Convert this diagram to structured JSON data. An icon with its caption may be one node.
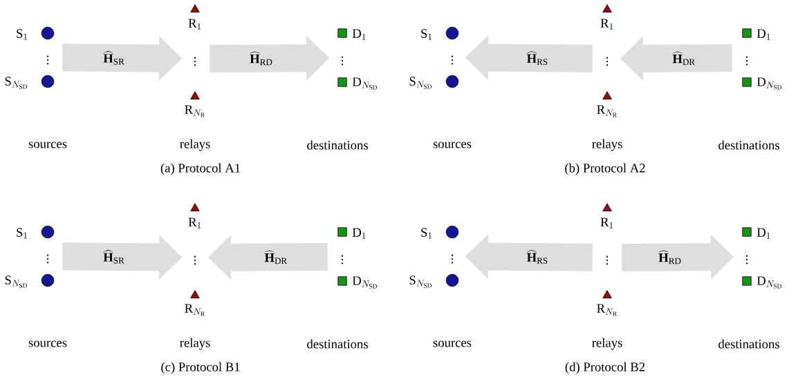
{
  "diagram": {
    "nodes": [
      {
        "text": [],
        "shape": "circle",
        "beside": [
          "\\mathrm{S}_{1}"
        ]
      },
      {
        "text": [
          "\\vdots"
        ]
      },
      {
        "text": [],
        "shape": "circle",
        "beside": [
          "\\mathrm{S}_{N_{\\mathrm{SD}}}"
        ]
      },
      {
        "text": [],
        "shape": "triangle",
        "beside": [
          "\\mathrm{R}_{1}"
        ]
      },
      {
        "text": [
          "\\vdots"
        ]
      },
      {
        "text": [],
        "shape": "triangle",
        "beside": [
          "\\mathrm{R}_{N_{\\mathrm{R}}}"
        ]
      },
      {
        "text": [],
        "shape": "square",
        "beside": [
          "\\mathrm{D}_{1}"
        ]
      },
      {
        "text": [
          "\\vdots"
        ]
      },
      {
        "text": [],
        "shape": "square",
        "beside": [
          "\\mathrm{D}_{N_{\\mathrm{SD}}}"
        ]
      },
      {
        "text": [],
        "shape": "circle",
        "beside": [
          "\\mathrm{S}_{1}"
        ]
      },
      {
        "text": [
          "\\vdots"
        ]
      },
      {
        "text": [],
        "shape": "circle",
        "beside": [
          "\\mathrm{S}_{N_{\\mathrm{SD}}}"
        ]
      },
      {
        "text": [],
        "shape": "triangle",
        "beside": [
          "\\mathrm{R}_{1}"
        ]
      },
      {
        "text": [
          "\\vdots"
        ]
      },
      {
        "text": [],
        "shape": "triangle",
        "beside": [
          "\\mathrm{R}_{N_{\\mathrm{R}}}"
        ]
      },
      {
        "text": [],
        "shape": "square",
        "beside": [
          "\\mathrm{D}_{1}"
        ]
      },
      {
        "text": [
          "\\vdots"
        ]
      },
      {
        "text": [],
        "shape": "square",
        "beside": [
          "\\mathrm{D}_{N_{\\mathrm{SD}}}"
        ]
      },
      {
        "text": [],
        "shape": "circle",
        "beside": [
          "\\mathrm{S}_{1}"
        ]
      },
      {
        "text": [
          "\\vdots"
        ]
      },
      {
        "text": [],
        "shape": "circle",
        "beside": [
          "\\mathrm{S}_{N_{\\mathrm{SD}}}"
        ]
      },
      {
        "text": [],
        "shape": "triangle",
        "beside": [
          "\\mathrm{R}_{1}"
        ]
      },
      {
        "text": [
          "\\vdots"
        ]
      },
      {
        "text": [],
        "shape": "triangle",
        "beside": [
          "\\mathrm{R}_{N_{\\mathrm{R}}}"
        ]
      },
      {
        "text": [],
        "shape": "square",
        "beside": [
          "\\mathrm{D}_{1}"
        ]
      },
      {
        "text": [
          "\\vdots"
        ]
      },
      {
        "text": [],
        "shape": "square",
        "beside": [
          "\\mathrm{D}_{N_{\\mathrm{SD}}}"
        ]
      },
      {
        "text": [],
        "shape": "circle",
        "beside": [
          "\\mathrm{S}_{1}"
        ]
      },
      {
        "text": [
          "\\vdots"
        ]
      },
      {
        "text": [],
        "shape": "circle",
        "beside": [
          "\\mathrm{S}_{N_{\\mathrm{SD}}}"
        ]
      },
      {
        "text": [],
        "shape": "triangle",
        "beside": [
          "\\mathrm{R}_{1}"
        ]
      },
      {
        "text": [
          "\\vdots"
        ]
      },
      {
        "text": [],
        "shape": "triangle",
        "beside": [
          "\\mathrm{R}_{N_{\\mathrm{R}}}"
        ]
      },
      {
        "text": [],
        "shape": "square",
        "beside": [
          "\\mathrm{D}_{1}"
        ]
      },
      {
        "text": [
          "\\vdots"
        ]
      },
      {
        "text": [],
        "shape": "square",
        "beside": [
          "\\mathrm{D}_{N_{\\mathrm{SD}}}"
        ]
      }
    ],
    "edges": [
      {
        "from": 1,
        "to": 4,
        "arrow": "to",
        "label": "\\widehat{\\mathbf{H}}_{\\mathrm{SR}}"
      },
      {
        "from": 4,
        "to": 7,
        "arrow": "to",
        "label": "\\widehat{\\mathbf{H}}_{\\mathrm{RD}}"
      },
      {
        "from": 13,
        "to": 10,
        "arrow": "to",
        "label": "\\widehat{\\mathbf{H}}_{\\mathrm{RS}}"
      },
      {
        "from": 16,
        "to": 13,
        "arrow": "to",
        "label": "\\widehat{\\mathbf{H}}_{\\mathrm{DR}}"
      },
      {
        "from": 19,
        "to": 22,
        "arrow": "to",
        "label": "\\widehat{\\mathbf{H}}_{\\mathrm{SR}}"
      },
      {
        "from": 25,
        "to": 22,
        "arrow": "to",
        "label": "\\widehat{\\mathbf{H}}_{\\mathrm{DR}}"
      },
      {
        "from": 31,
        "to": 28,
        "arrow": "to",
        "label": "\\widehat{\\mathbf{H}}_{\\mathrm{RS}}"
      },
      {
        "from": 31,
        "to": 34,
        "arrow": "to",
        "label": "\\widehat{\\mathbf{H}}_{\\mathrm{RD}}"
      }
    ],
    "labels": [
      "sources",
      "relays",
      "destinations",
      "(a)  Protocol A1",
      "sources",
      "relays",
      "destinations",
      "(b)  Protocol A2",
      "sources",
      "relays",
      "destinations",
      "(c)  Protocol B1",
      "sources",
      "relays",
      "destinations",
      "(d)  Protocol B2"
    ]
  }
}
